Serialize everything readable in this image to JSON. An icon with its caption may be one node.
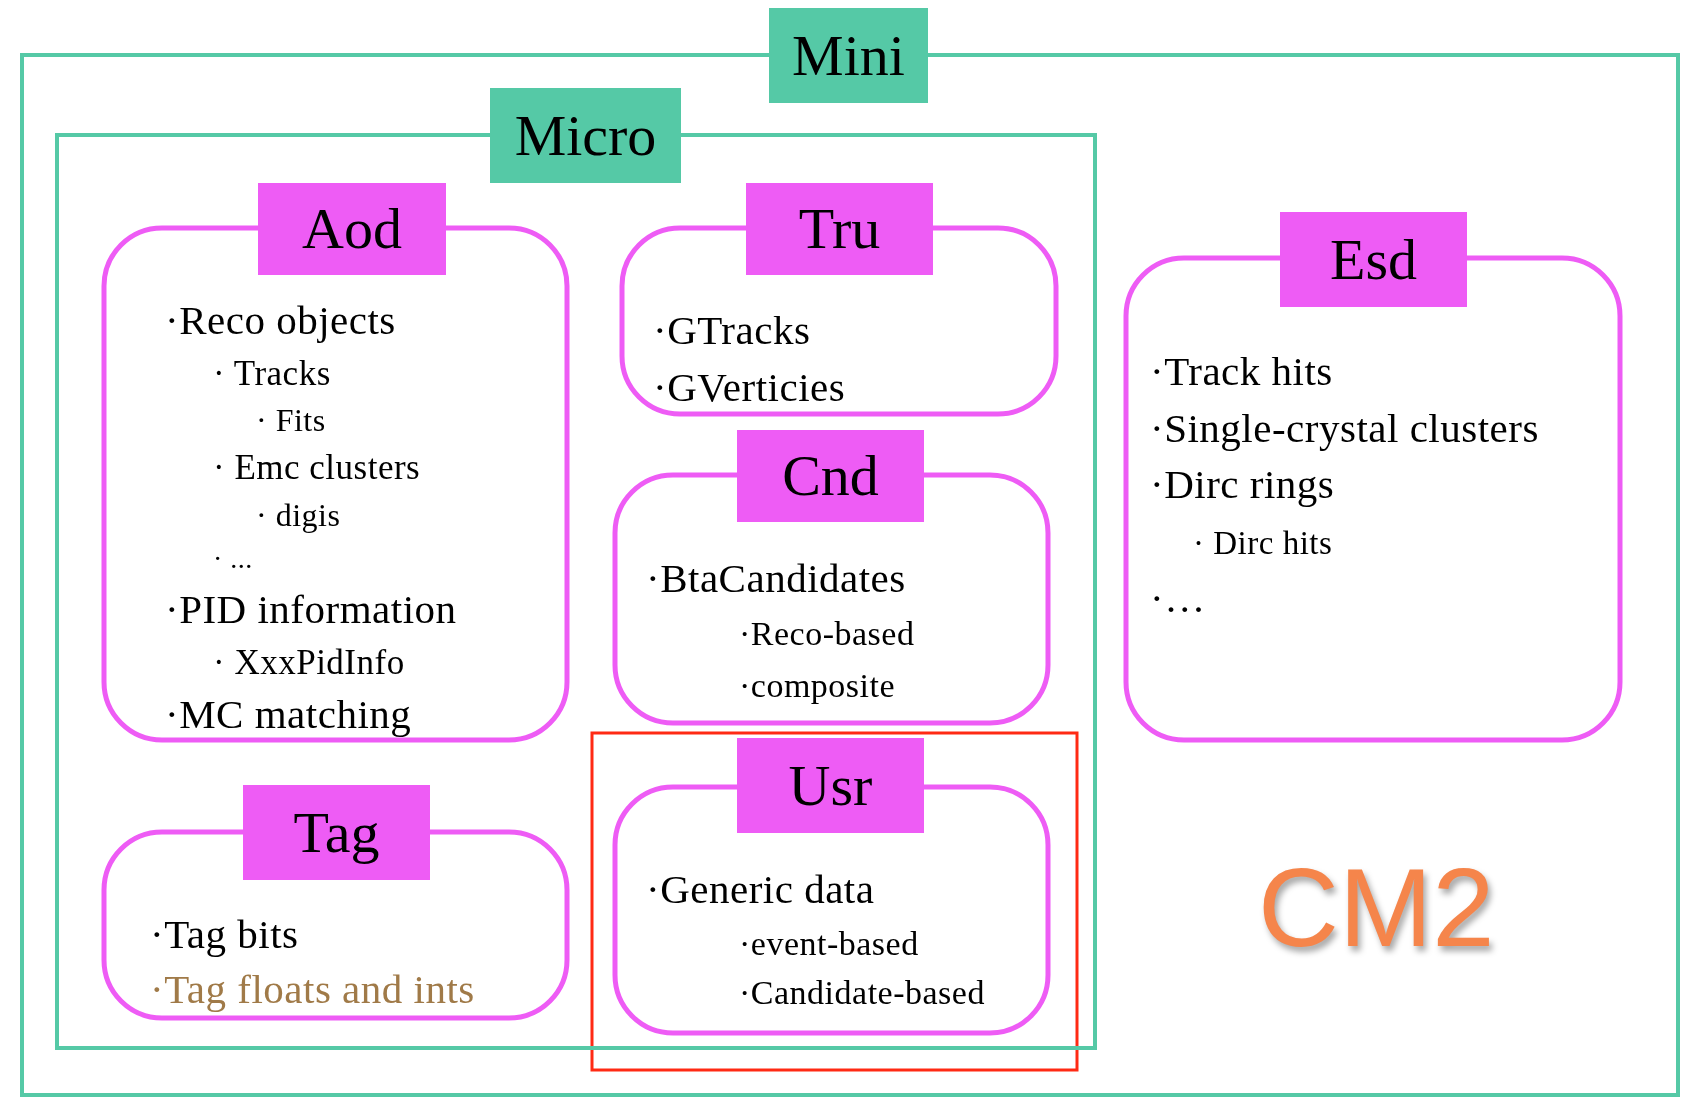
{
  "diagram": {
    "nodes": [
      {
        "text": [
          "Mini"
        ]
      },
      {
        "text": [
          "Micro"
        ],
        "in": 0
      },
      {
        "text": [
          "Aod",
          "·Reco objects",
          "· Tracks",
          "· Fits",
          "· Emc clusters",
          "· digis",
          "· ...",
          "·PID information",
          "· XxxPidInfo",
          "·MC matching"
        ],
        "in": 1
      },
      {
        "text": [
          "Tru",
          "·GTracks",
          "·GVerticies"
        ],
        "in": 1
      },
      {
        "text": [
          "Cnd",
          "·BtaCandidates",
          "·Reco-based",
          "·composite"
        ],
        "in": 1
      },
      {
        "text": [
          "Usr",
          "·Generic data",
          "·event-based",
          "·Candidate-based"
        ],
        "in": 1
      },
      {
        "text": [
          "Tag",
          "·Tag bits",
          "·Tag floats and ints"
        ],
        "in": 1
      },
      {
        "text": [
          "Esd",
          "·Track hits",
          "·Single-crystal clusters",
          "·Dirc rings",
          "· Dirc hits",
          "·…"
        ],
        "in": 0
      }
    ],
    "labels": [
      "CM2"
    ]
  }
}
